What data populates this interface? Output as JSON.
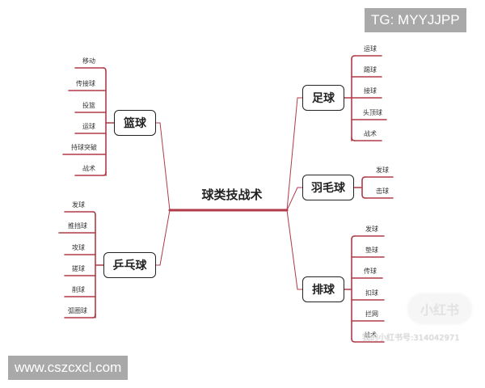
{
  "watermarks": {
    "top_right_banner": "TG: MYYJJPP",
    "bottom_left_banner": "www.cszcxcl.com",
    "logo": "小红书",
    "account": "我的小红书号:314042971"
  },
  "colors": {
    "branch_line": "#b03a48",
    "node_border": "#222222",
    "banner_bg": "#a9a9a9"
  },
  "mindmap": {
    "root": "球类技战术",
    "branches": [
      {
        "label": "篮球",
        "side": "left",
        "children": [
          "移动",
          "传接球",
          "投篮",
          "运球",
          "持球突破",
          "战术"
        ]
      },
      {
        "label": "乒乓球",
        "side": "left",
        "children": [
          "发球",
          "推挡球",
          "攻球",
          "搓球",
          "削球",
          "弧圈球"
        ]
      },
      {
        "label": "足球",
        "side": "right",
        "children": [
          "运球",
          "踢球",
          "接球",
          "头顶球",
          "战术"
        ]
      },
      {
        "label": "羽毛球",
        "side": "right",
        "children": [
          "发球",
          "击球"
        ]
      },
      {
        "label": "排球",
        "side": "right",
        "children": [
          "发球",
          "垫球",
          "传球",
          "扣球",
          "拦网",
          "战术"
        ]
      }
    ]
  }
}
